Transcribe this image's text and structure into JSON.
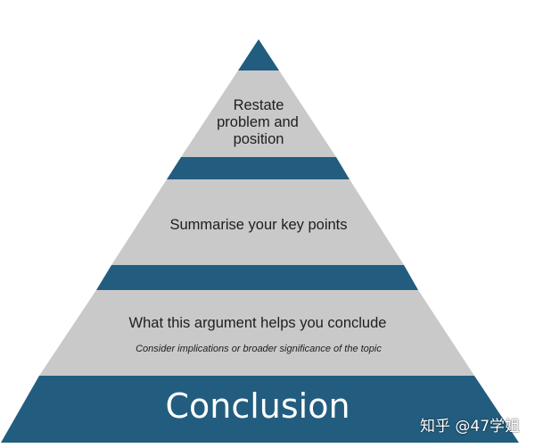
{
  "colors": {
    "band_dark": "#225d7f",
    "band_light": "#c9c9c9",
    "text_dark": "#1e1e1e",
    "text_light": "#ffffff"
  },
  "pyramid": {
    "top_tier": {
      "lines": [
        "Restate",
        "problem and",
        "position"
      ]
    },
    "middle_tier": {
      "text": "Summarise your key points"
    },
    "lower_tier": {
      "text": "What this argument helps you conclude",
      "subtext": "Consider implications or broader significance of the topic"
    },
    "base": {
      "title": "Conclusion"
    }
  },
  "watermark": {
    "text": "知乎 @47学姐"
  }
}
